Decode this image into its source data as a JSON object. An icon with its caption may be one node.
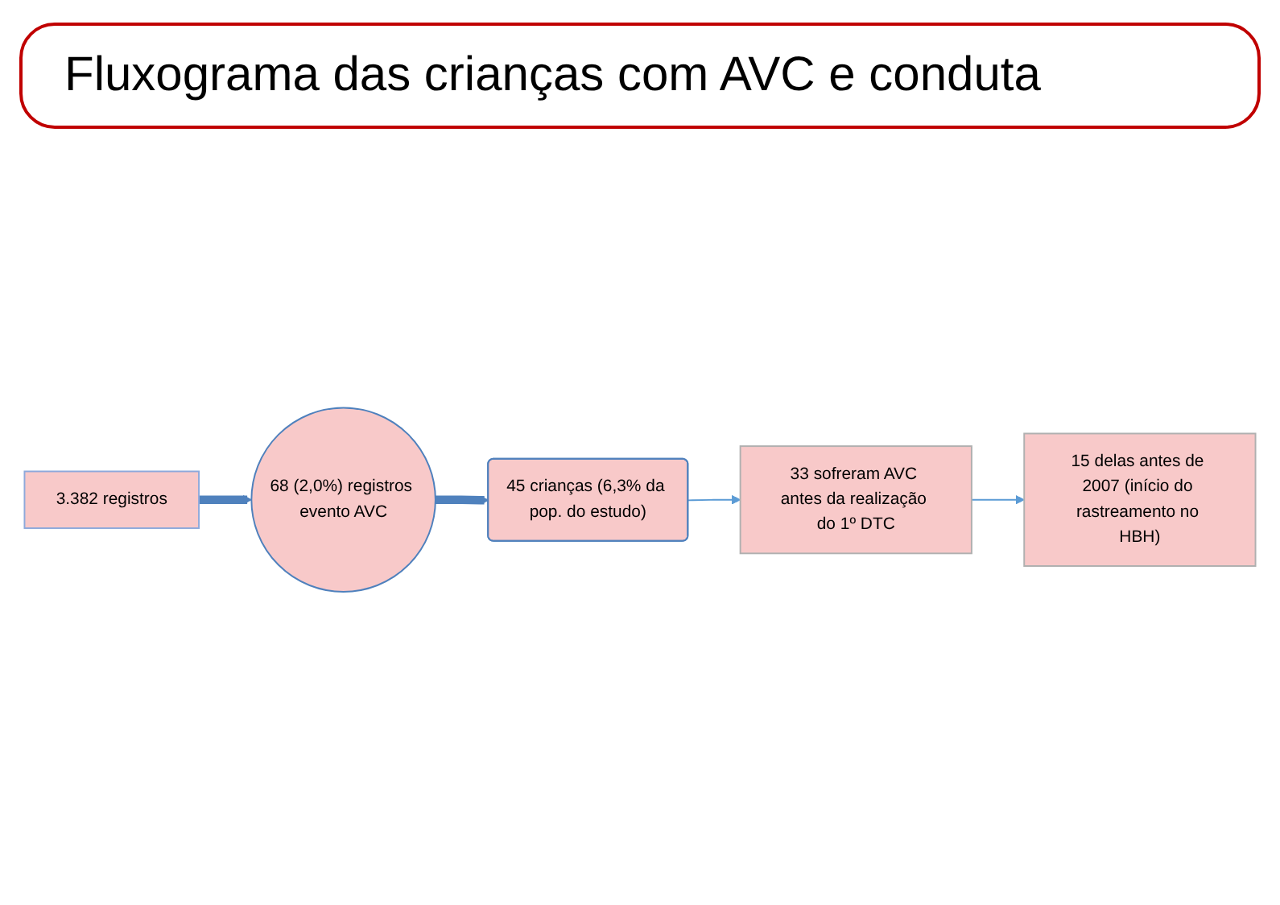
{
  "diagram": {
    "title": "Fluxograma das crianças com AVC e conduta",
    "nodes": [
      {
        "text": [
          "3.382 registros"
        ]
      },
      {
        "text": [
          "68 (2,0%) registros evento AVC"
        ]
      },
      {
        "text": [
          "45 crianças (6,3% da pop. do estudo)"
        ]
      },
      {
        "text": [
          "33 sofreram AVC antes da realização do 1º DTC"
        ]
      },
      {
        "text": [
          "15 delas antes de 2007 (início do rastreamento no HBH)"
        ]
      }
    ],
    "edges": [
      {
        "from": 0,
        "to": 1,
        "arrow": "to",
        "style": "thick",
        "color": "#4f81bd"
      },
      {
        "from": 1,
        "to": 2,
        "arrow": "to",
        "style": "thick",
        "color": "#4f81bd"
      },
      {
        "from": 2,
        "to": 3,
        "arrow": "to",
        "color": "#5b9bd5"
      },
      {
        "from": 3,
        "to": 4,
        "arrow": "to",
        "color": "#5b9bd5"
      }
    ]
  }
}
